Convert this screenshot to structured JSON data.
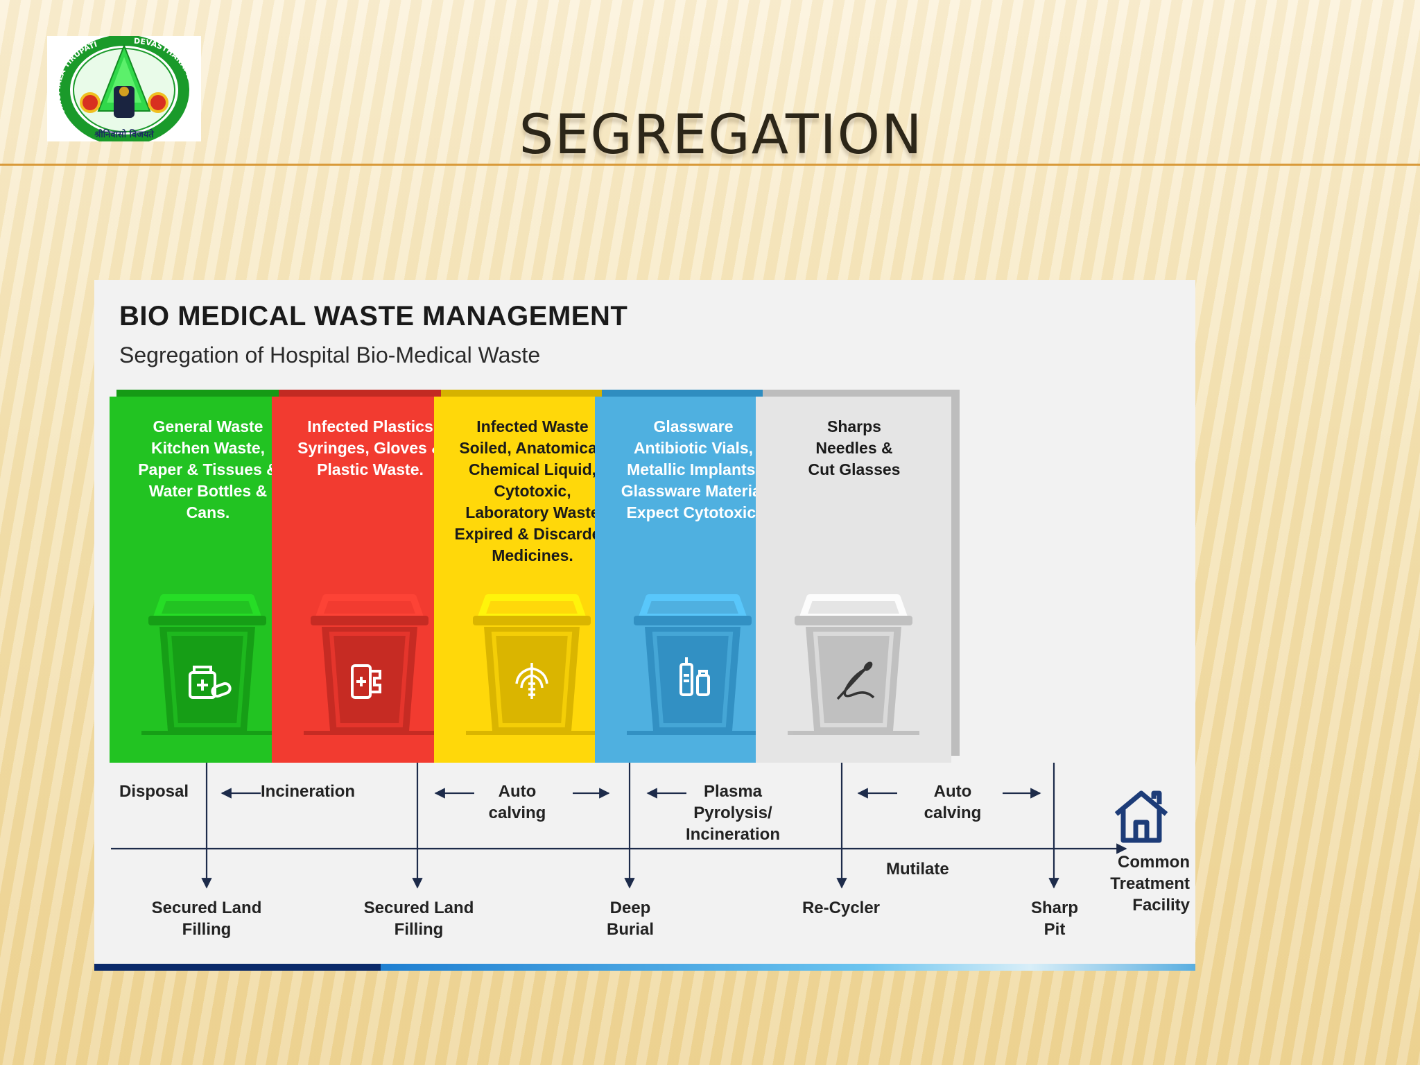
{
  "slide": {
    "title": "SEGREGATION"
  },
  "logo": {
    "ring_text_left": "TIRUMALA TIRUPATI",
    "ring_text_right": "DEVASTHANAMS",
    "motto": "श्रीनिवासो विजयते"
  },
  "panel": {
    "title": "BIO MEDICAL WASTE MANAGEMENT",
    "subtitle": "Segregation of Hospital Bio-Medical Waste"
  },
  "columns": [
    {
      "category": "General Waste",
      "description": "Kitchen Waste,\nPaper & Tissues &\nWater Bottles &\nCans.",
      "color": "#22c322",
      "dark": "#159a15",
      "text_color": "#ffffff",
      "icon": "medicine-bottle-icon"
    },
    {
      "category": "Infected Plastics",
      "description": "Syringes, Gloves &\nPlastic Waste.",
      "color": "#f23b30",
      "dark": "#c22a22",
      "text_color": "#ffffff",
      "icon": "bandage-roll-icon"
    },
    {
      "category": "Infected Waste",
      "description": "Soiled, Anatomical,\nChemical Liquid,\nCytotoxic,\nLaboratory Waste\nExpired & Discarded\nMedicines.",
      "color": "#ffd80a",
      "dark": "#d6b200",
      "text_color": "#1a1a1a",
      "icon": "ribcage-icon"
    },
    {
      "category": "Glassware",
      "description": "Antibiotic Vials,\nMetallic Implants,\nGlassware Material\nExpect Cytotoxic.",
      "color": "#4fb0e0",
      "dark": "#2f8dc0",
      "text_color": "#ffffff",
      "icon": "vial-icon"
    },
    {
      "category": "Sharps",
      "description": "Needles &\nCut Glasses",
      "color": "#e5e5e5",
      "dark": "#bdbdbd",
      "text_color": "#1a1a1a",
      "icon": "needle-thread-icon"
    }
  ],
  "flow": {
    "processes": [
      "Disposal",
      "Incineration",
      "Auto\ncalving",
      "Plasma\nPyrolysis/\nIncineration",
      "Auto\ncalving"
    ],
    "destinations": [
      "Secured Land\nFilling",
      "Secured Land\nFilling",
      "Deep\nBurial",
      "Re-Cycler",
      "Sharp\nPit"
    ],
    "mutilate": "Mutilate",
    "facility": "Common\nTreatment\nFacility"
  }
}
